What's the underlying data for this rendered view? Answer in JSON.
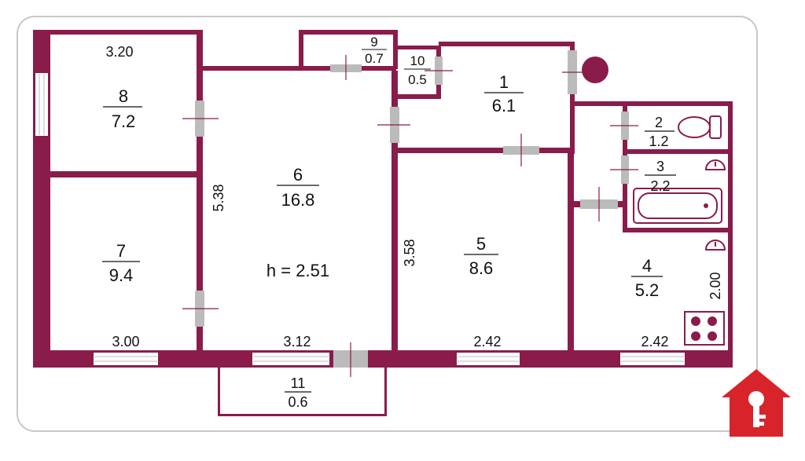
{
  "colors": {
    "wall": "#8a1c4c",
    "frame": "#c8c8c8",
    "door": "#bbbbbb",
    "badge": "#d8232a"
  },
  "height_label": "h = 2.51",
  "rooms": [
    {
      "number": "1",
      "area": "6.1"
    },
    {
      "number": "2",
      "area": "1.2"
    },
    {
      "number": "3",
      "area": "2.2"
    },
    {
      "number": "4",
      "area": "5.2"
    },
    {
      "number": "5",
      "area": "8.6"
    },
    {
      "number": "6",
      "area": "16.8"
    },
    {
      "number": "7",
      "area": "9.4"
    },
    {
      "number": "8",
      "area": "7.2"
    },
    {
      "number": "9",
      "area": "0.7"
    },
    {
      "number": "10",
      "area": "0.5"
    },
    {
      "number": "11",
      "area": "0.6"
    }
  ],
  "dimensions": [
    "3.20",
    "5.38",
    "3.58",
    "2.00",
    "3.00",
    "3.12",
    "2.42",
    "2.42"
  ],
  "icons": {
    "toilet": "toilet-icon",
    "bathtub": "bathtub-icon",
    "sink": "sink-icon",
    "stove": "stove-icon",
    "riser": "riser-icon",
    "logo": "house-logo-icon"
  }
}
